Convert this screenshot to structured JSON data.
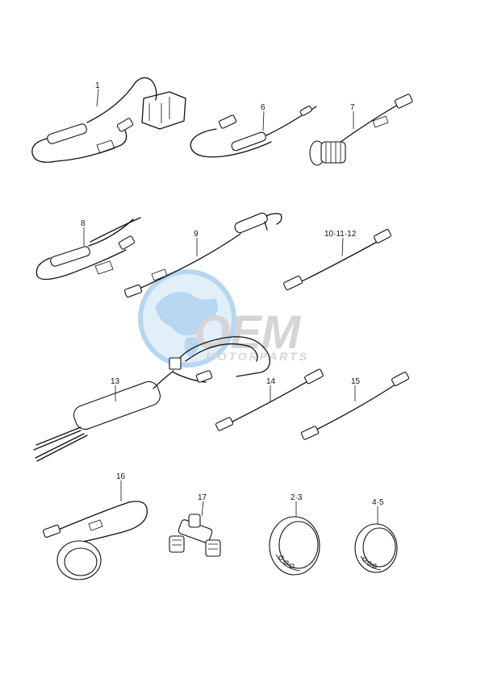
{
  "diagram": {
    "callouts": {
      "p1": "1",
      "p6": "6",
      "p7": "7",
      "p8": "8",
      "p9": "9",
      "p10": "10·11·12",
      "p13": "13",
      "p14": "14",
      "p15": "15",
      "p16": "16",
      "p17": "17",
      "p23": "2·3",
      "p45": "4·5"
    }
  },
  "watermark": {
    "logo": "OEM",
    "subtitle": "MOTORPARTS",
    "colors": {
      "globe": "#9fc9ea",
      "text": "#c8c8c8"
    }
  }
}
